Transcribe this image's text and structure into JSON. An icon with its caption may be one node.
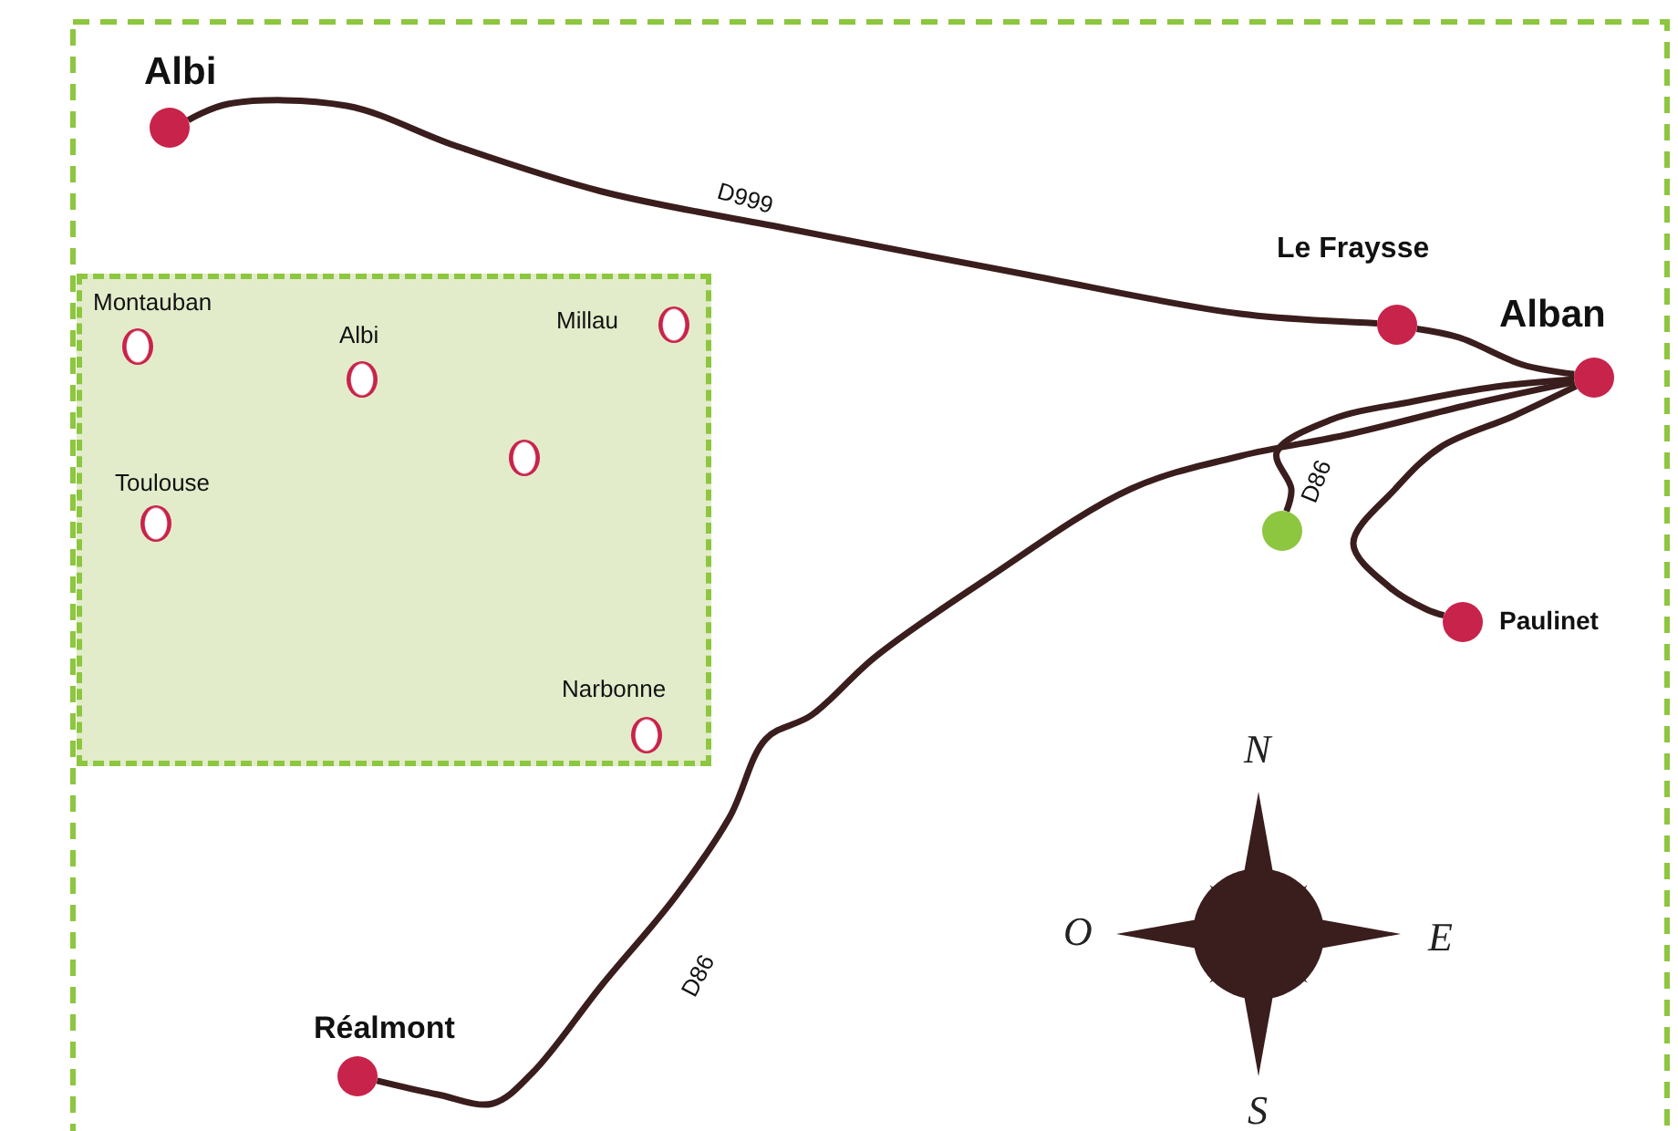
{
  "diagram": {
    "nodes": [
      {
        "text": [
          "Albi"
        ]
      },
      {
        "text": [
          "Le Fraysse"
        ]
      },
      {
        "text": [
          "Alban"
        ]
      },
      {
        "text": [],
        "shape": "circle"
      },
      {
        "text": [
          "Paulinet"
        ]
      },
      {
        "text": [
          "Réalmont"
        ]
      },
      {
        "text": [],
        "shape": "box"
      },
      {
        "text": [
          "Montauban"
        ],
        "in": 6
      },
      {
        "text": [
          "Albi"
        ],
        "in": 6
      },
      {
        "text": [
          "Millau"
        ],
        "in": 6
      },
      {
        "text": [],
        "shape": "circle",
        "in": 6
      },
      {
        "text": [
          "Toulouse"
        ],
        "in": 6
      },
      {
        "text": [
          "Narbonne"
        ],
        "in": 6
      }
    ],
    "edges": [
      {
        "from": 0,
        "to": 1,
        "arrow": "none",
        "label": "D999"
      },
      {
        "from": 1,
        "to": 2,
        "arrow": "none"
      },
      {
        "from": 5,
        "to": 2,
        "arrow": "none",
        "label": "D86"
      },
      {
        "from": 2,
        "to": 3,
        "arrow": "none",
        "label": "D86"
      },
      {
        "from": 2,
        "to": 4,
        "arrow": "none"
      }
    ],
    "labels": [
      "N",
      "O",
      "E",
      "S"
    ]
  }
}
